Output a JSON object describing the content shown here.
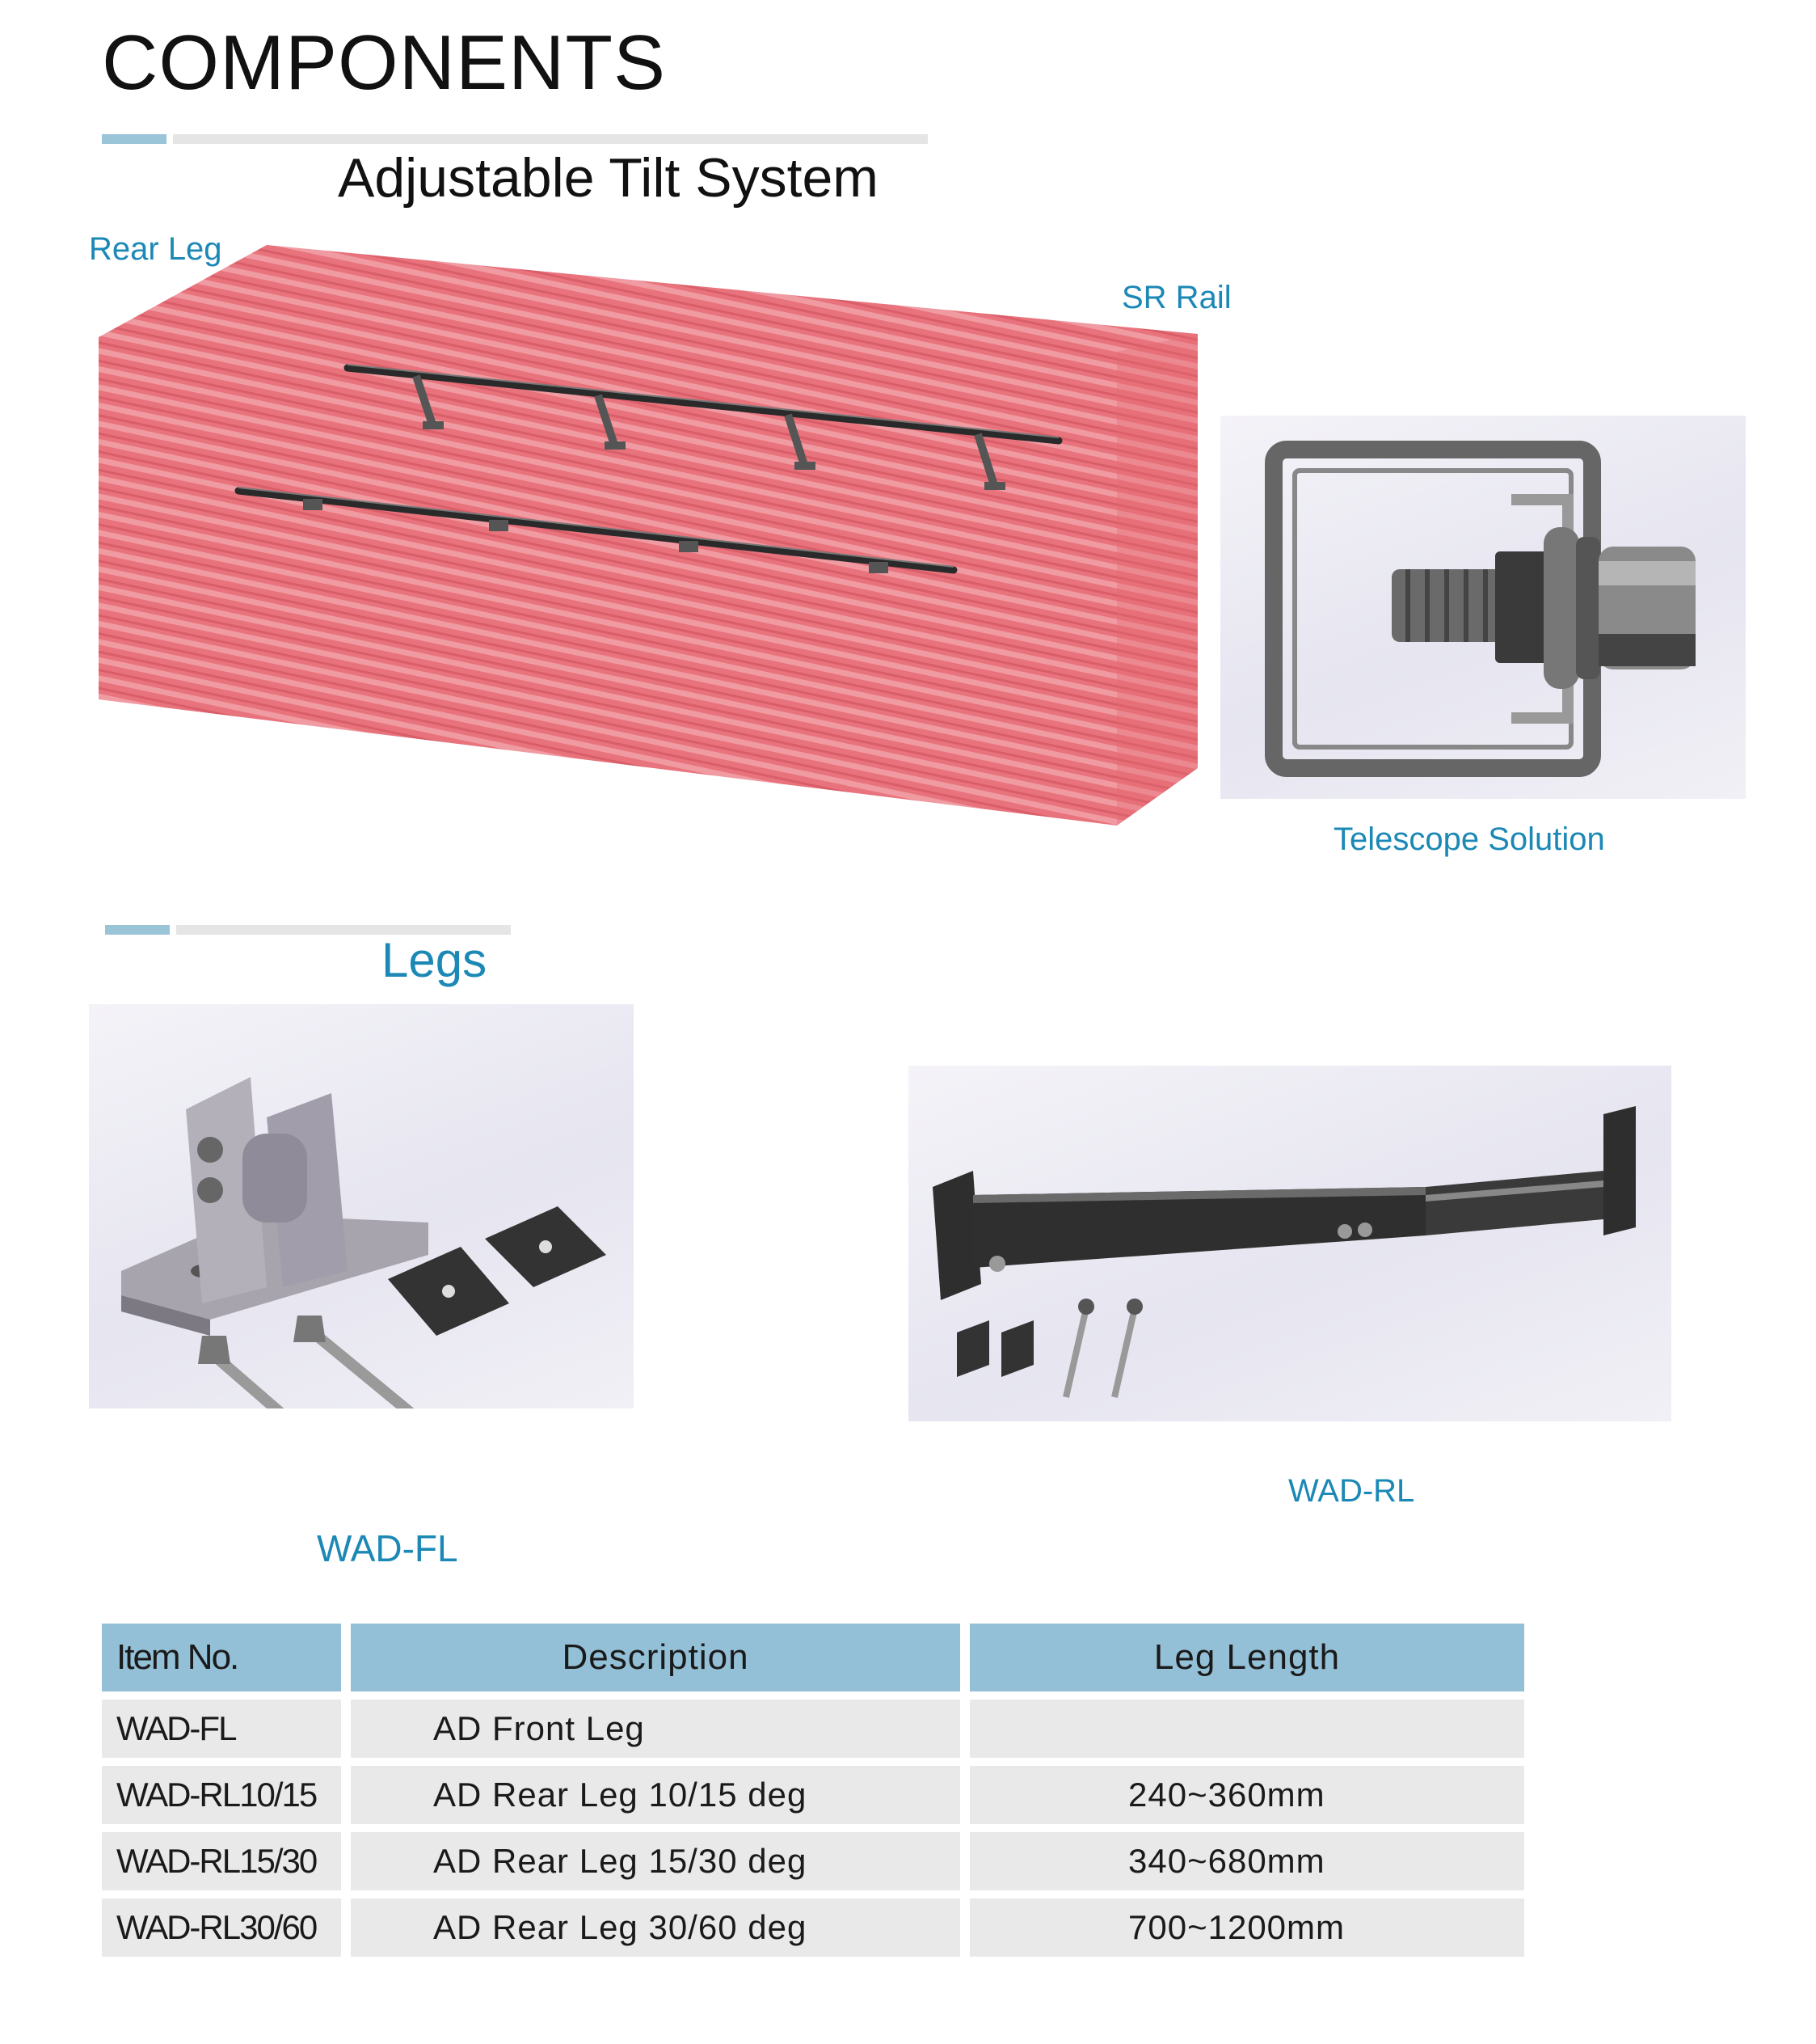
{
  "header": {
    "title": "COMPONENTS",
    "section1_title": "Adjustable Tilt System",
    "section2_title": "Legs"
  },
  "labels": {
    "rear_leg": "Rear Leg",
    "sr_rail": "SR Rail",
    "telescope": "Telescope Solution",
    "wad_fl": "WAD-FL",
    "wad_rl": "WAD-RL"
  },
  "table": {
    "headers": [
      "Item No.",
      "Description",
      "Leg Length"
    ],
    "rows": [
      [
        "WAD-FL",
        "AD Front Leg",
        ""
      ],
      [
        "WAD-RL10/15",
        "AD Rear Leg 10/15 deg",
        "240~360mm"
      ],
      [
        "WAD-RL15/30",
        "AD Rear Leg 15/30 deg",
        "340~680mm"
      ],
      [
        "WAD-RL30/60",
        "AD Rear Leg 30/60 deg",
        "700~1200mm"
      ]
    ]
  },
  "colors": {
    "accent_blue": "#9ac4d8",
    "label_blue": "#1b88b5",
    "roof_red": "#e8737d",
    "header_cell": "#93c0d6",
    "body_cell": "#e9e9e9"
  }
}
